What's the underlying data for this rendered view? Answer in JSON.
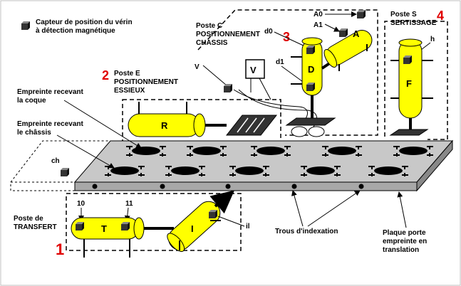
{
  "legend": {
    "line1": "Capteur de position du vérin",
    "line2": "à détection magnétique"
  },
  "stations": {
    "transfert": {
      "number": "1",
      "title1": "Poste de",
      "title2": "TRANSFERT"
    },
    "e": {
      "number": "2",
      "title1": "Poste E",
      "title2": "POSITIONNEMENT",
      "title3": "ESSIEUX"
    },
    "c": {
      "number": "3",
      "title1": "Poste C",
      "title2": "POSITIONNEMENT",
      "title3": "CHASSIS"
    },
    "s": {
      "number": "4",
      "title1": "Poste S",
      "title2": "SERTISSAGE"
    }
  },
  "labels": {
    "empreinte_coque_1": "Empreinte recevant",
    "empreinte_coque_2": "la coque",
    "empreinte_chassis_1": "Empreinte recevant",
    "empreinte_chassis_2": "le châssis",
    "trous": "Trous d'indexation",
    "plaque_1": "Plaque porte",
    "plaque_2": "empreinte en",
    "plaque_3": "translation"
  },
  "sensors": {
    "ch": "ch",
    "v": "V",
    "d0": "d0",
    "d1": "d1",
    "a0": "A0",
    "a1": "A1",
    "h": "h",
    "t0": "10",
    "t1": "11",
    "il": "il"
  },
  "cylinders": {
    "r": "R",
    "d": "D",
    "a": "A",
    "f": "F",
    "t": "T",
    "i": "I",
    "v": "V"
  },
  "colors": {
    "cylinder": "#ffff00",
    "plate": "#c8c8c8",
    "hole": "#000000",
    "title_number": "#e00000"
  }
}
